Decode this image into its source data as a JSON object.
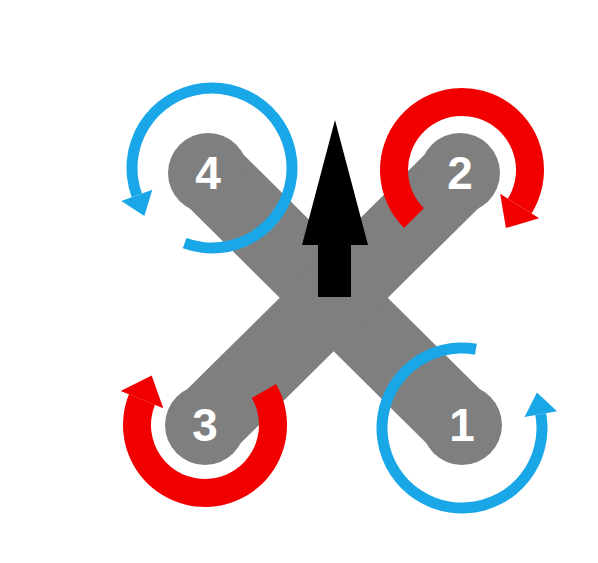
{
  "diagram": {
    "nodes": [
      {
        "text": [
          "4"
        ]
      },
      {
        "text": [
          "2"
        ]
      },
      {
        "text": [
          "3"
        ]
      },
      {
        "text": [
          "1"
        ]
      }
    ]
  }
}
